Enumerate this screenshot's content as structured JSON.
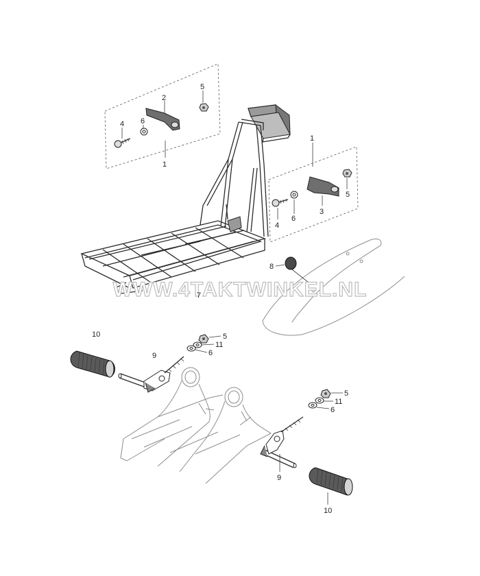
{
  "watermark": "WWW.4TAKTWINKEL.NL",
  "labels": {
    "upper_left": {
      "group": "1",
      "n2": "2",
      "n4": "4",
      "n5": "5",
      "n6": "6"
    },
    "upper_right": {
      "group": "1",
      "n3": "3",
      "n4": "4",
      "n5": "5",
      "n6": "6"
    },
    "carrier": "7",
    "knob": "8",
    "left_step": {
      "n10": "10",
      "n9": "9",
      "n5": "5",
      "n11": "11",
      "n6": "6"
    },
    "right_step": {
      "n5": "5",
      "n11": "11",
      "n6": "6",
      "n9": "9",
      "n10": "10"
    }
  }
}
